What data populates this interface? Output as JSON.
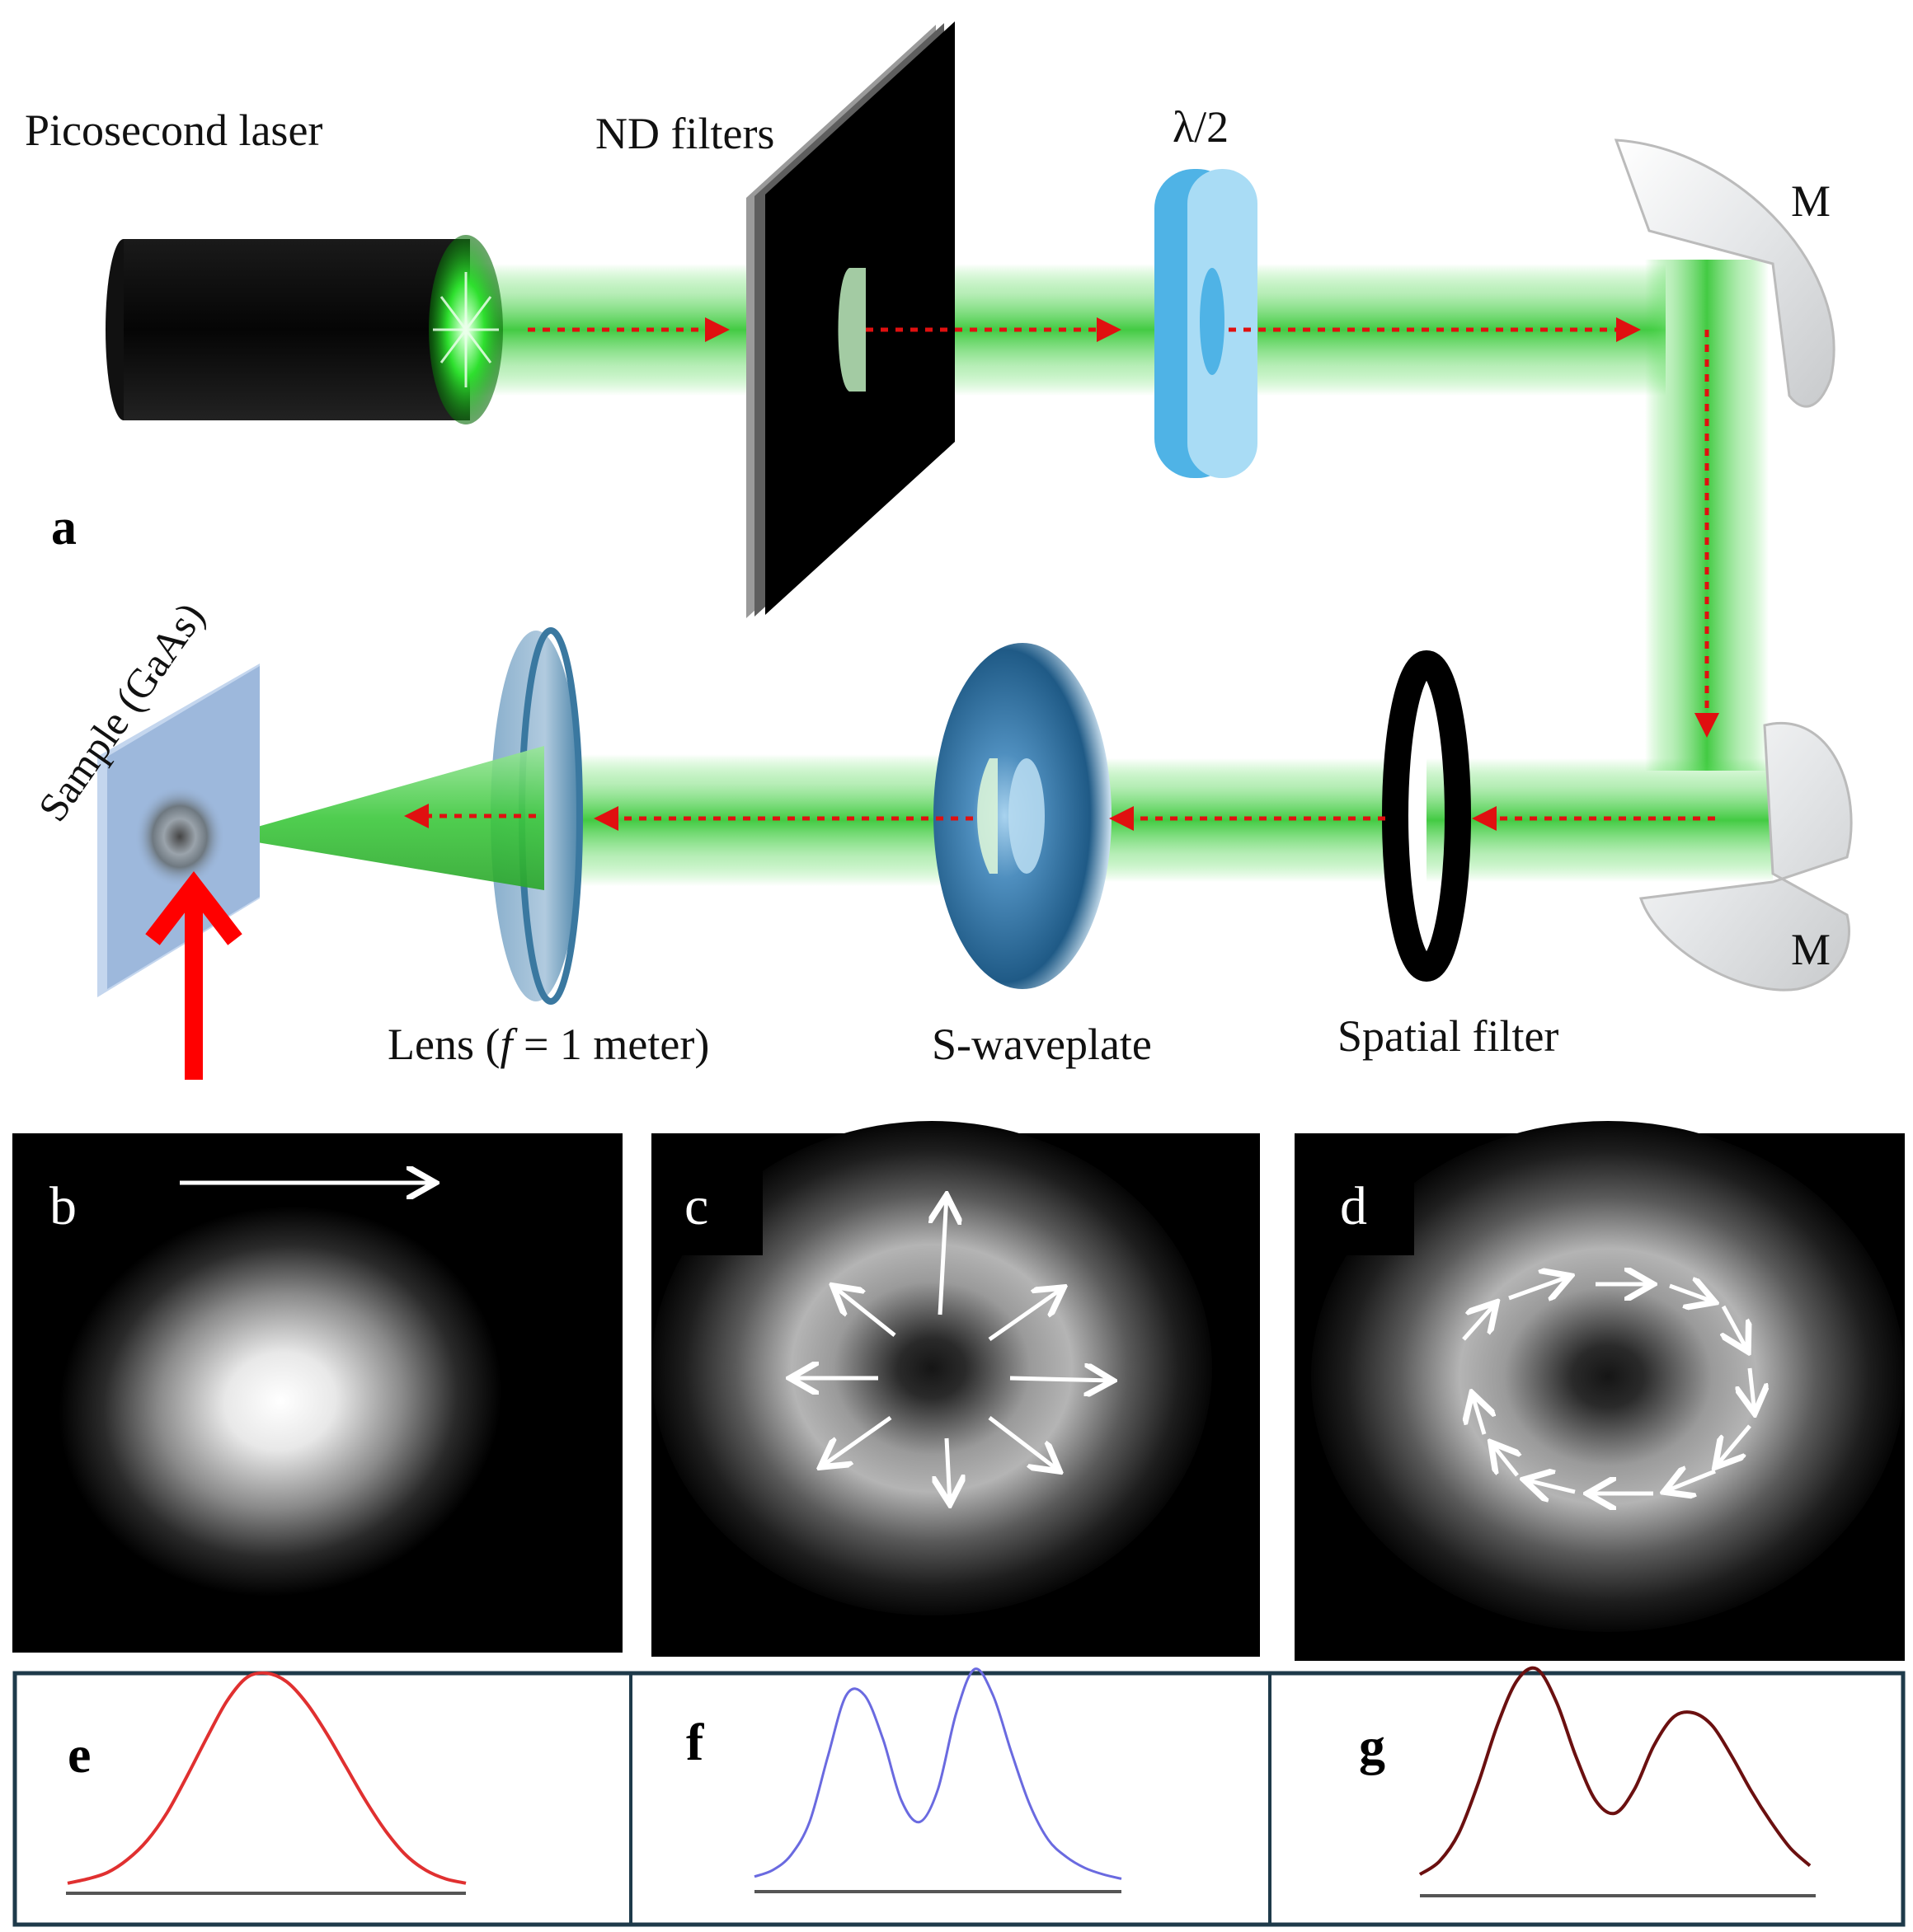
{
  "panel_a": {
    "letter": "a",
    "labels": {
      "laser": "Picosecond laser",
      "nd_filters": "ND filters",
      "half_wave": "λ/2",
      "mirror_top": "M",
      "mirror_bottom": "M",
      "sample": "Sample (GaAs)",
      "lens_prefix": "Lens (",
      "lens_f": "f",
      "lens_suffix": " = 1 meter)",
      "s_waveplate": "S-waveplate",
      "spatial_filter": "Spatial filter"
    },
    "colors": {
      "beam": "#3ddc3d",
      "arrow": "#e01010",
      "waveplate": "#7cc8ee",
      "sample": "#9db8dc"
    }
  },
  "beam_images": [
    {
      "letter": "b",
      "polarization": "linear"
    },
    {
      "letter": "c",
      "polarization": "radial"
    },
    {
      "letter": "d",
      "polarization": "azimuthal"
    }
  ],
  "chart_data": [
    {
      "type": "line",
      "panel": "e",
      "color": "#e03030",
      "x": [
        0,
        0.05,
        0.1,
        0.15,
        0.2,
        0.25,
        0.3,
        0.35,
        0.4,
        0.45,
        0.5,
        0.55,
        0.6,
        0.65,
        0.7,
        0.75,
        0.8,
        0.85,
        0.9,
        0.95,
        1.0
      ],
      "y": [
        0.02,
        0.04,
        0.07,
        0.13,
        0.22,
        0.35,
        0.52,
        0.7,
        0.87,
        0.98,
        1.0,
        0.96,
        0.86,
        0.72,
        0.56,
        0.4,
        0.26,
        0.15,
        0.08,
        0.04,
        0.02
      ]
    },
    {
      "type": "line",
      "panel": "f",
      "color": "#6a6ae0",
      "x": [
        0,
        0.05,
        0.1,
        0.15,
        0.2,
        0.25,
        0.3,
        0.35,
        0.4,
        0.45,
        0.5,
        0.55,
        0.6,
        0.65,
        0.7,
        0.75,
        0.8,
        0.85,
        0.9,
        0.95,
        1.0
      ],
      "y": [
        0.05,
        0.08,
        0.15,
        0.3,
        0.6,
        0.88,
        0.88,
        0.68,
        0.4,
        0.3,
        0.45,
        0.8,
        1.0,
        0.88,
        0.62,
        0.38,
        0.22,
        0.14,
        0.09,
        0.06,
        0.04
      ]
    },
    {
      "type": "line",
      "panel": "g",
      "color": "#6b1010",
      "x": [
        0,
        0.05,
        0.1,
        0.15,
        0.2,
        0.25,
        0.3,
        0.35,
        0.4,
        0.45,
        0.5,
        0.55,
        0.6,
        0.65,
        0.7,
        0.75,
        0.8,
        0.85,
        0.9,
        0.95,
        1.0
      ],
      "y": [
        0.06,
        0.12,
        0.25,
        0.48,
        0.75,
        0.95,
        1.0,
        0.85,
        0.6,
        0.4,
        0.34,
        0.45,
        0.65,
        0.78,
        0.8,
        0.74,
        0.6,
        0.44,
        0.3,
        0.18,
        0.1
      ]
    }
  ]
}
